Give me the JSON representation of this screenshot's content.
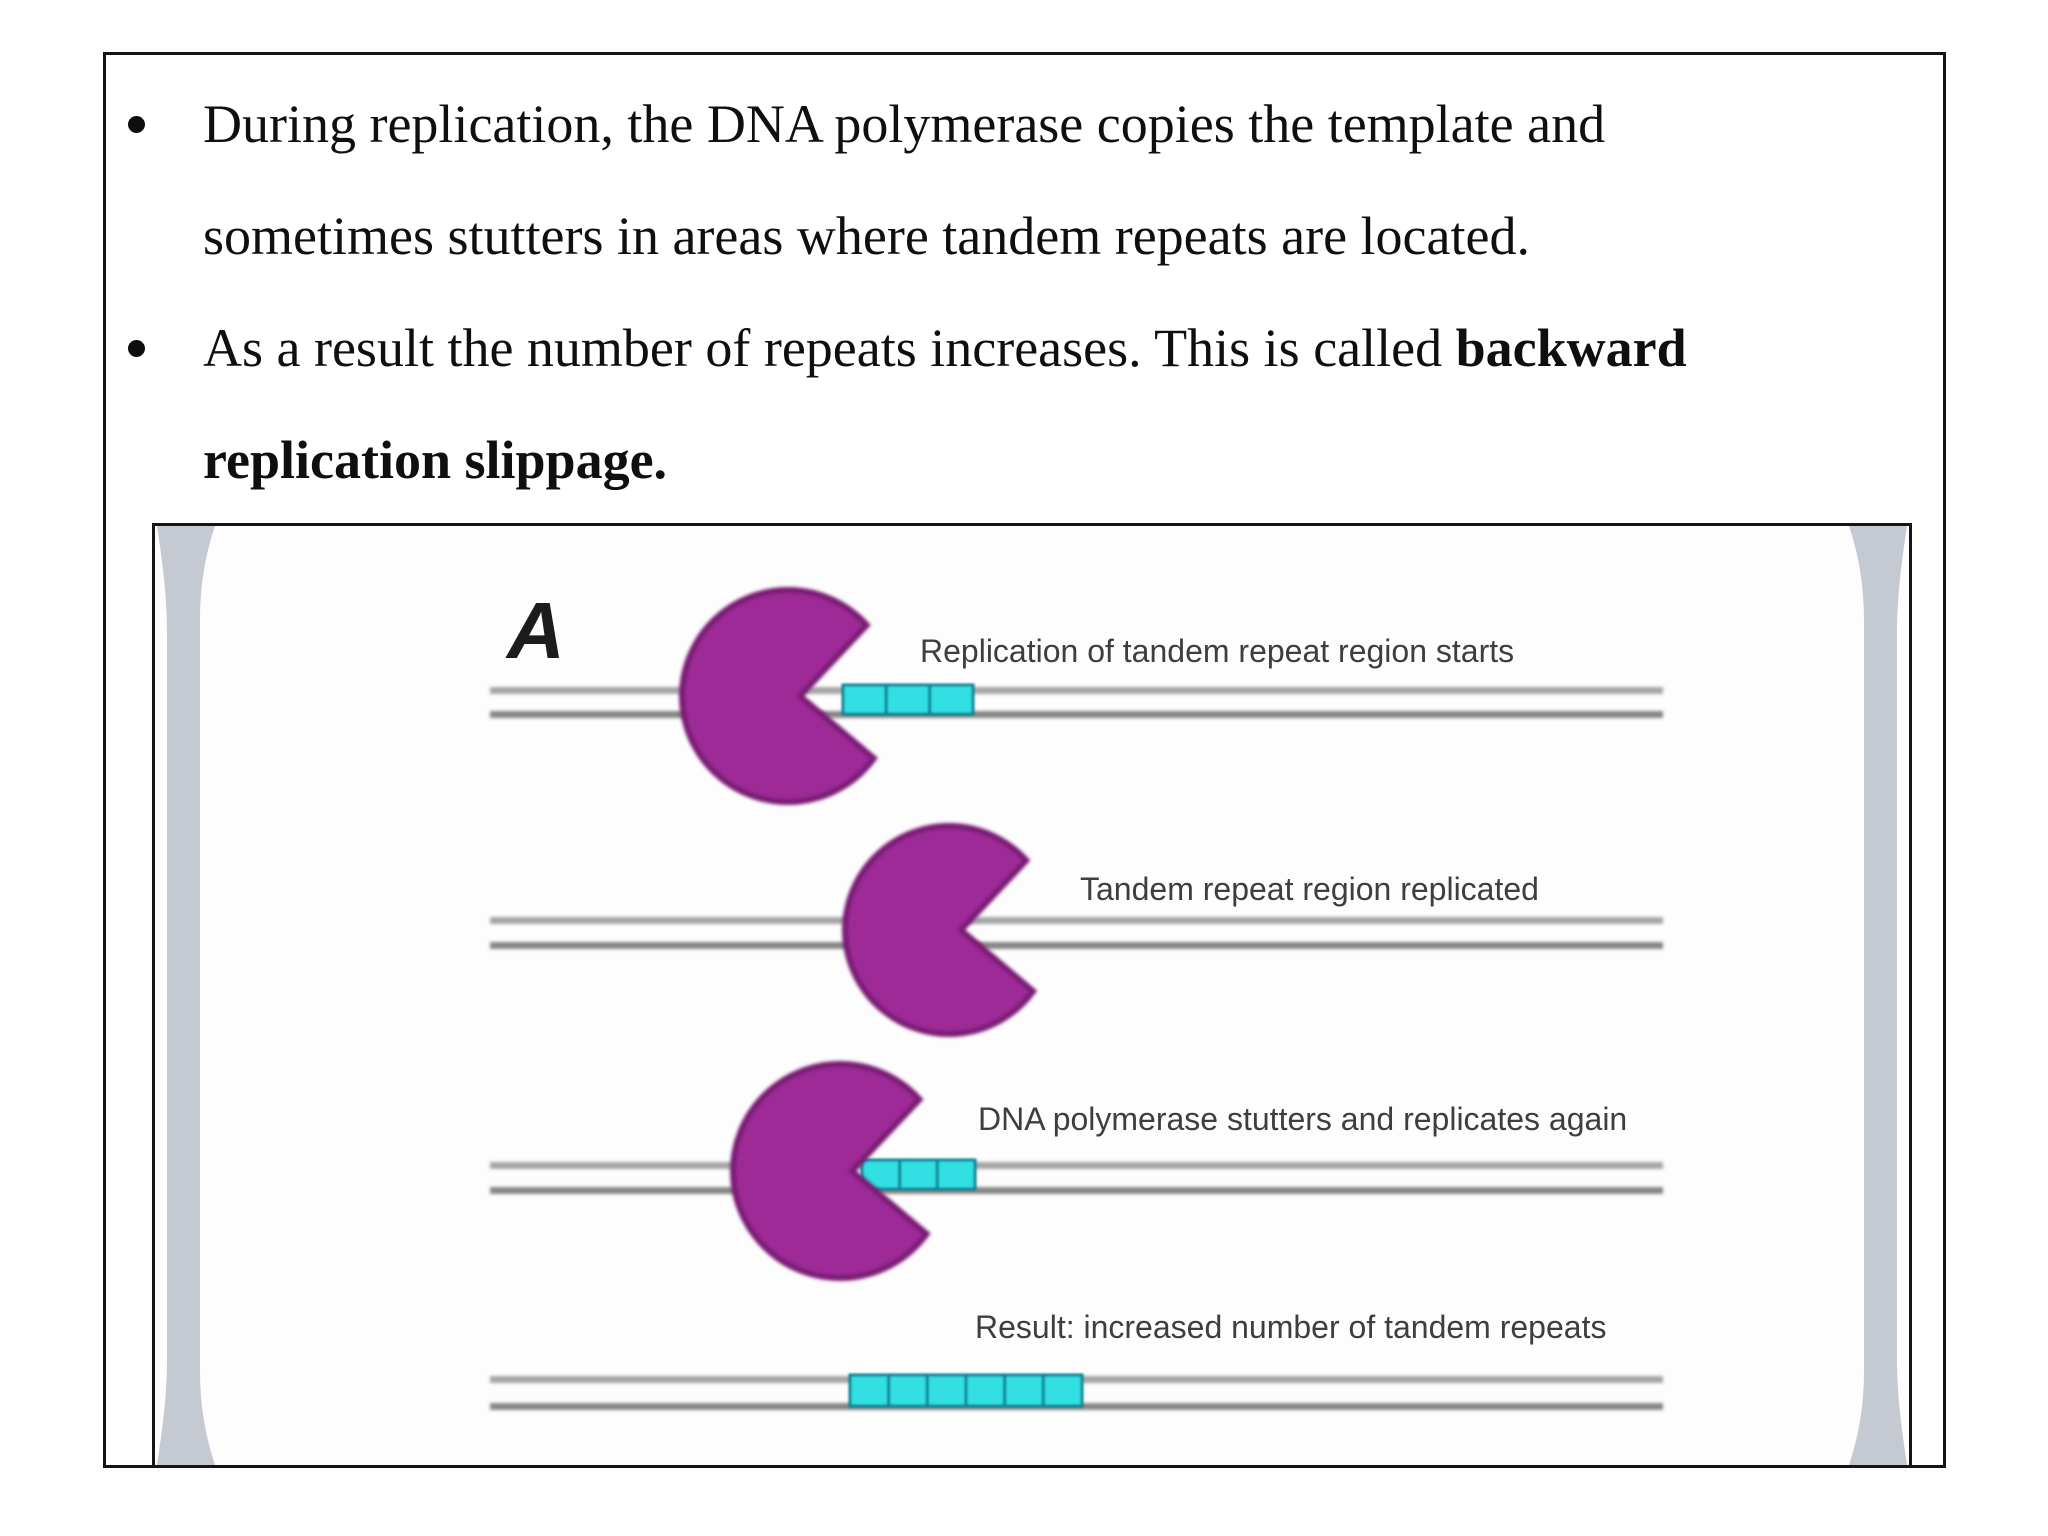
{
  "slide": {
    "bullet_glyph": "•",
    "bullets": [
      {
        "lines": [
          {
            "segments": [
              {
                "text": "During replication, the DNA polymerase copies the template and",
                "bold": false
              }
            ]
          },
          {
            "segments": [
              {
                "text": "sometimes stutters in areas where tandem repeats are located.",
                "bold": false
              }
            ]
          }
        ]
      },
      {
        "lines": [
          {
            "segments": [
              {
                "text": "As a result the number of repeats increases. This is called",
                "bold": false
              },
              {
                "text": "backward",
                "bold": true
              }
            ]
          },
          {
            "segments": [
              {
                "text": "replication slippage.",
                "bold": true
              }
            ]
          }
        ]
      }
    ]
  },
  "diagram": {
    "panel_label": "A",
    "steps": [
      {
        "label": "Replication of tandem repeat region starts",
        "polymerase": true,
        "repeat_segments": 3
      },
      {
        "label": "Tandem repeat region replicated",
        "polymerase": true,
        "repeat_segments": 0
      },
      {
        "label": "DNA polymerase stutters and replicates again",
        "polymerase": true,
        "repeat_segments": 3
      },
      {
        "label": "Result: increased number of tandem repeats",
        "polymerase": false,
        "repeat_segments": 6
      }
    ],
    "colors": {
      "polymerase_fill": "#9d2a96",
      "polymerase_edge": "#7a1b74",
      "repeat_fill": "#31dfe2",
      "repeat_edge": "#0e8294",
      "strand_top": "#a6a6a6",
      "strand_bottom": "#868686",
      "page_edge_bar": "#c4c9d2",
      "label_text": "#3e3e3e"
    }
  }
}
